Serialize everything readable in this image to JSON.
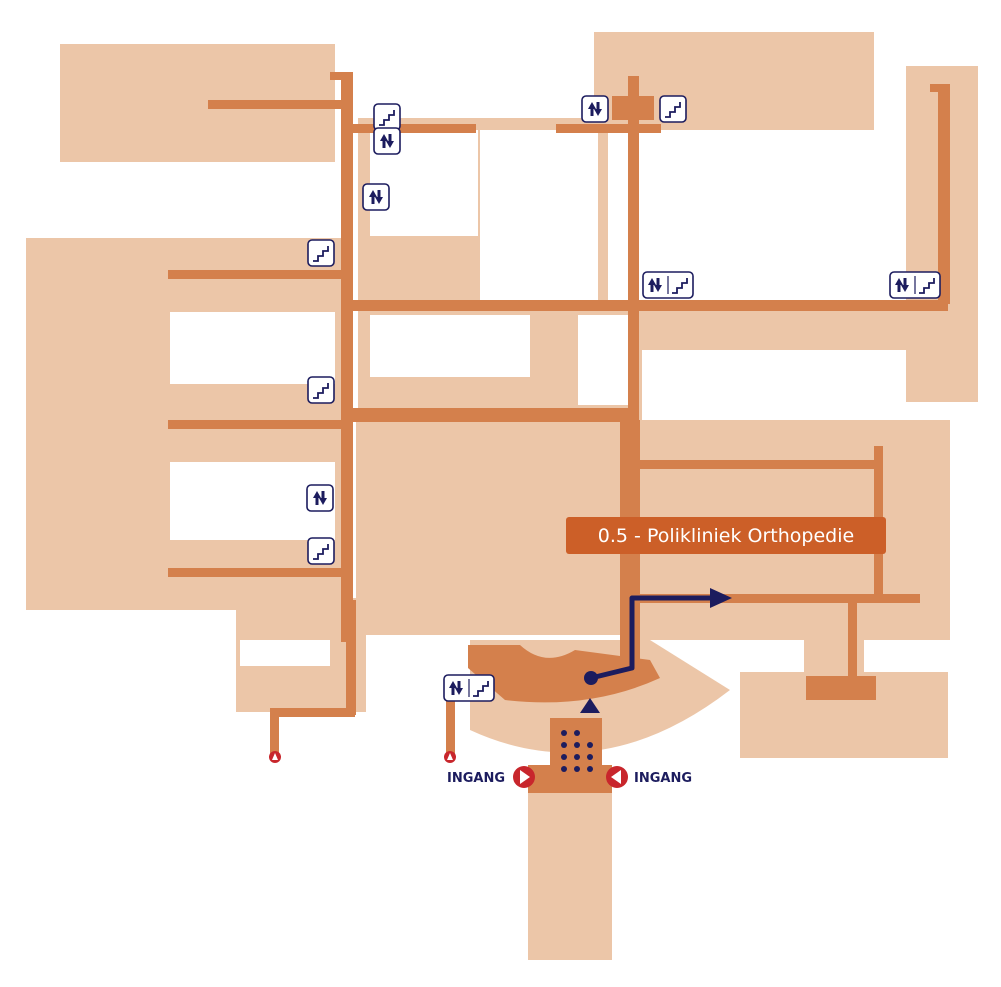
{
  "colors": {
    "building": "#ecc6a8",
    "corridor": "#d4804c",
    "route": "#1c1c5e",
    "entrance_marker": "#c8262c",
    "label_bg": "#cc5f28",
    "label_text": "#ffffff",
    "icon_border": "#1c1c5e",
    "background": "#ffffff"
  },
  "destination": {
    "label": "0.5 - Polikliniek Orthopedie"
  },
  "entrances": [
    {
      "label": "INGANG",
      "arrow": "right"
    },
    {
      "label": "INGANG",
      "arrow": "left"
    }
  ],
  "legend_icons": {
    "stairs": "stairs-icon",
    "elevator": "elevator-icon",
    "entrance": "entrance-arrow-icon",
    "you_are_here": "start-point-icon"
  }
}
